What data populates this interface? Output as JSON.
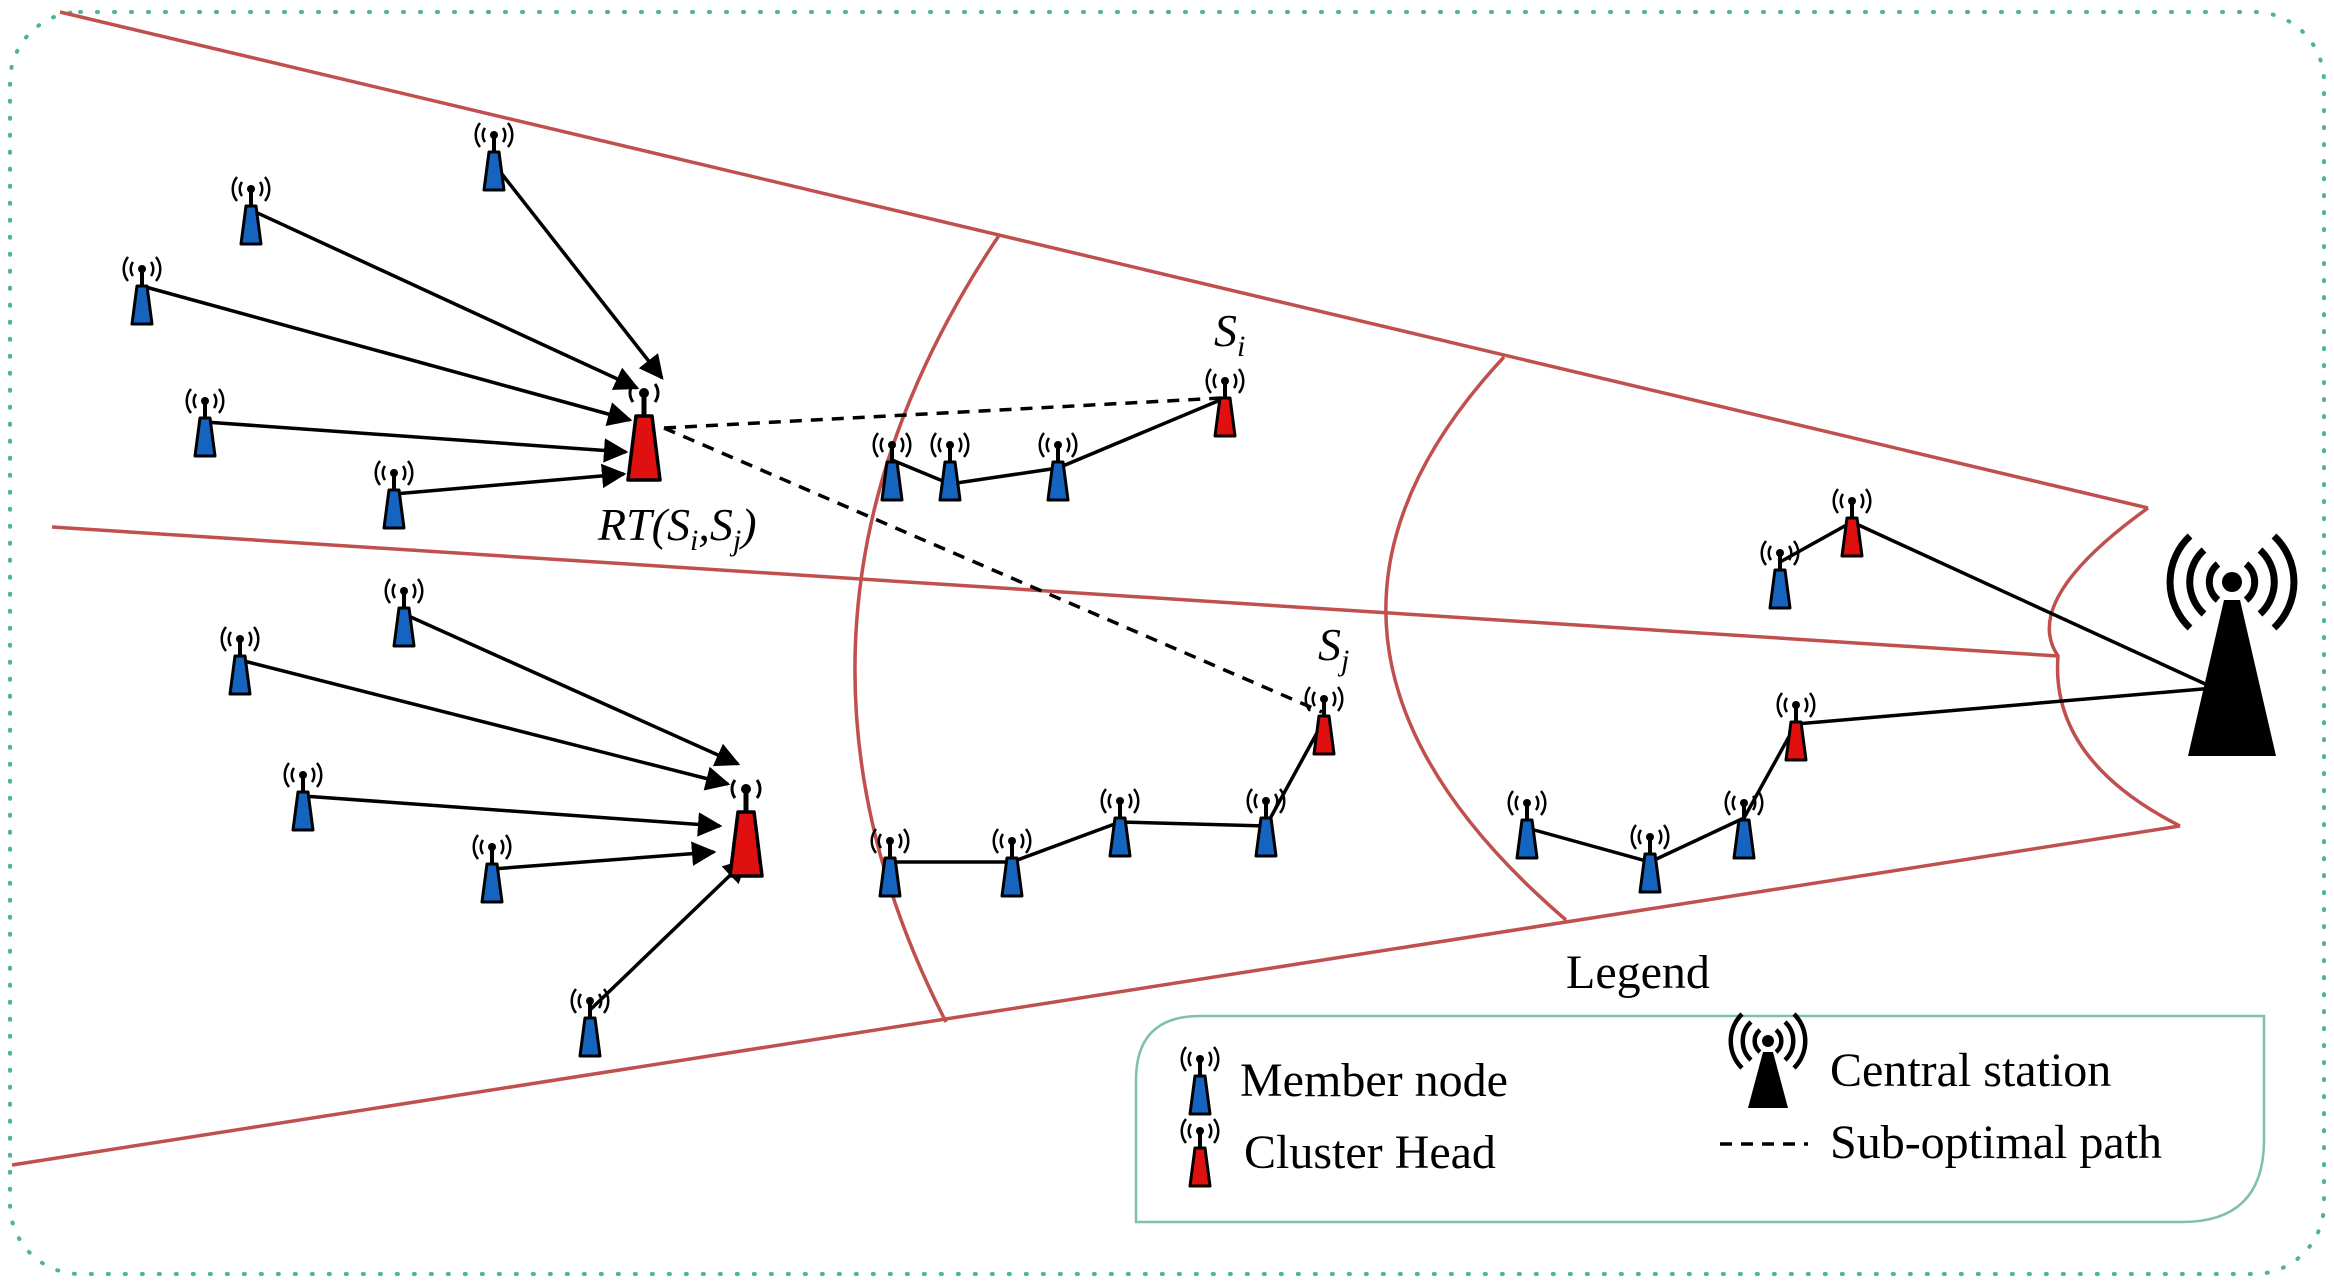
{
  "labels": {
    "relay": "RT(S",
    "relay_i": "i",
    "relay_comma": ",S",
    "relay_j": "j",
    "relay_close": ")",
    "si_main": "S",
    "si_sub": "i",
    "sj_main": "S",
    "sj_sub": "j"
  },
  "legend": {
    "title": "Legend",
    "member_node": "Member node",
    "cluster_head": "Cluster Head",
    "central_station": "Central station",
    "sub_optimal_path": "Sub-optimal path"
  },
  "colors": {
    "member_node": "#1565c0",
    "cluster_head": "#e01010",
    "sector_lines": "#c0504d",
    "border_dots": "#4fb39a",
    "legend_border": "#7fbfb0"
  },
  "icons": {
    "member_node": "antenna-node-icon",
    "cluster_head": "antenna-node-icon",
    "central_station": "radio-tower-icon"
  }
}
